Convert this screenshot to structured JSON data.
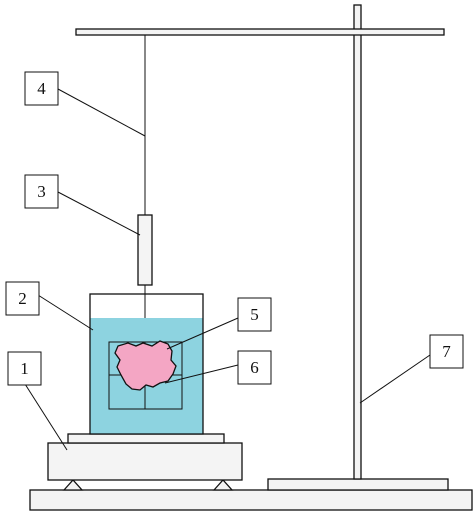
{
  "diagram": {
    "colors": {
      "water": "#8dd3e0",
      "sample": "#f4a6c4",
      "stroke": "#111111",
      "background": "#ffffff"
    },
    "labels": [
      {
        "id": "1",
        "text": "1"
      },
      {
        "id": "2",
        "text": "2"
      },
      {
        "id": "3",
        "text": "3"
      },
      {
        "id": "4",
        "text": "4"
      },
      {
        "id": "5",
        "text": "5"
      },
      {
        "id": "6",
        "text": "6"
      },
      {
        "id": "7",
        "text": "7"
      }
    ]
  }
}
